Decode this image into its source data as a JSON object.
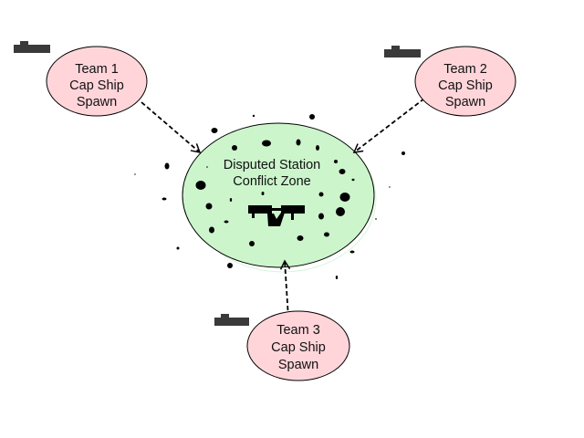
{
  "zone": {
    "lines": [
      "Disputed Station",
      "Conflict Zone"
    ],
    "fill": "#ccf5cc"
  },
  "spawns": [
    {
      "lines": [
        "Team 1",
        "Cap Ship",
        "Spawn"
      ]
    },
    {
      "lines": [
        "Team 2",
        "Cap Ship",
        "Spawn"
      ]
    },
    {
      "lines": [
        "Team 3",
        "Cap Ship",
        "Spawn"
      ]
    }
  ],
  "colors": {
    "spawn_fill": "#ffd5da",
    "ship": "#3a3a3a",
    "asteroid": "#000000"
  },
  "icons": [
    "capital-ship-icon",
    "space-station-icon",
    "asteroid-icon"
  ]
}
